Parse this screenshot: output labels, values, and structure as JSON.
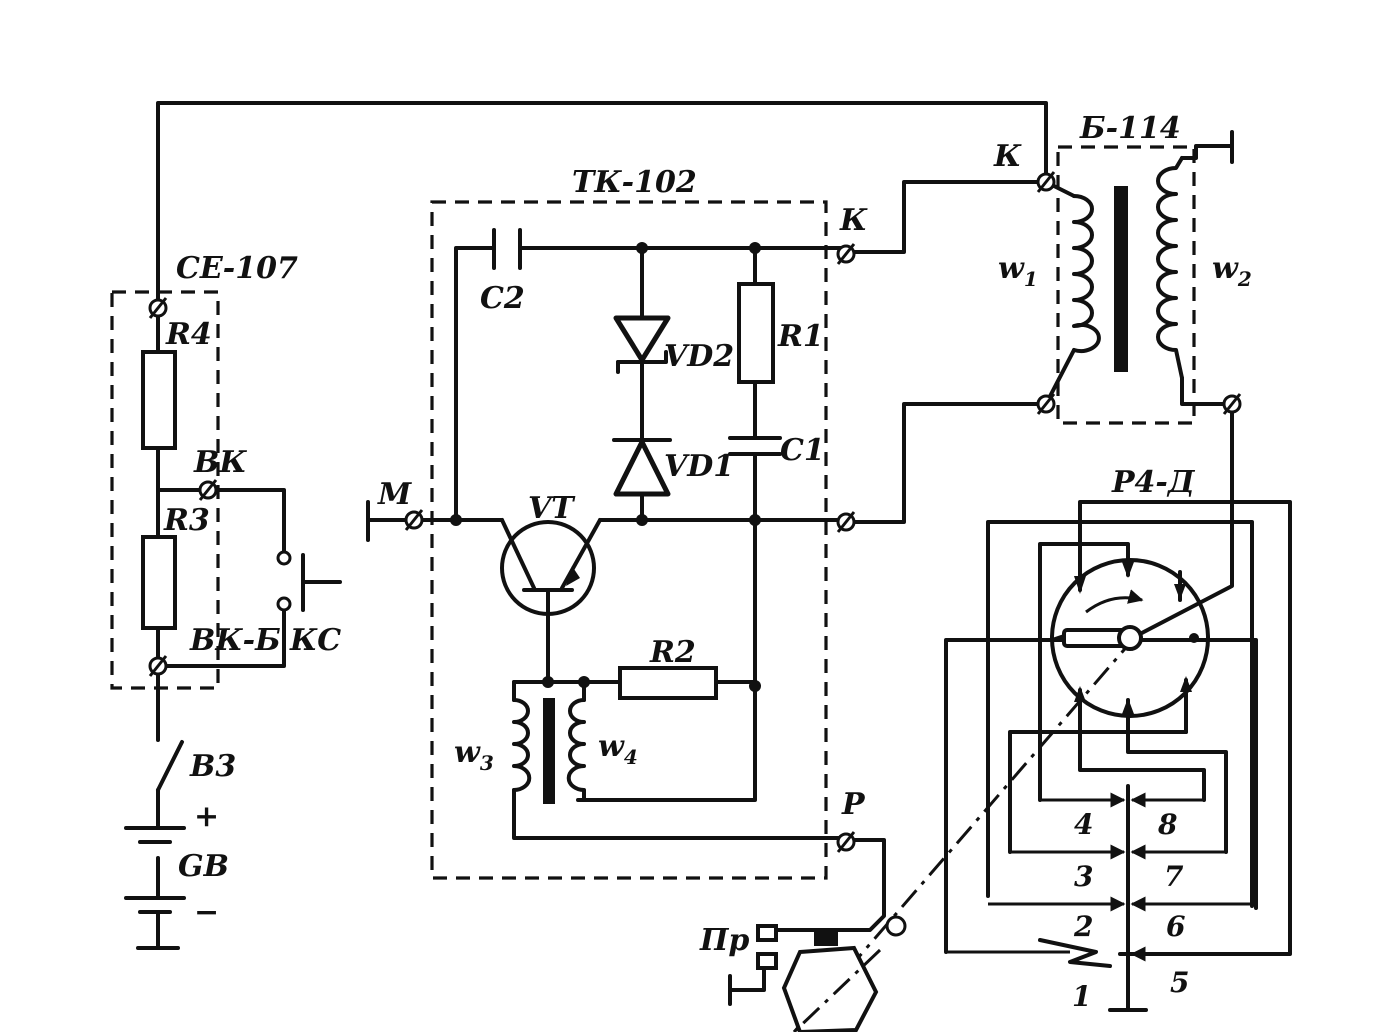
{
  "blocks": {
    "switch_unit": "СЕ-107",
    "commutator": "ТК-102",
    "coil": "Б-114",
    "distributor": "Р4-Д"
  },
  "components": {
    "r4": "R4",
    "r3": "R3",
    "r1": "R1",
    "r2": "R2",
    "c1": "C1",
    "c2": "C2",
    "vd1": "VD1",
    "vd2": "VD2",
    "vt": "VT",
    "w1_base": "w",
    "w1_sub": "1",
    "w2_base": "w",
    "w2_sub": "2",
    "w3_base": "w",
    "w3_sub": "3",
    "w4_base": "w",
    "w4_sub": "4",
    "b3": "В3",
    "gb": "GB",
    "ks": "КС",
    "pr": "Пр"
  },
  "terminals": {
    "vk": "ВК",
    "vk_b": "ВК-Б",
    "m": "М",
    "k_commutator": "К",
    "k_coil": "К",
    "p": "Р",
    "plus": "+",
    "minus": "−"
  },
  "cylinders": [
    "1",
    "2",
    "3",
    "4",
    "5",
    "6",
    "7",
    "8"
  ],
  "colors": {
    "ink": "#111111",
    "paper": "#ffffff"
  }
}
